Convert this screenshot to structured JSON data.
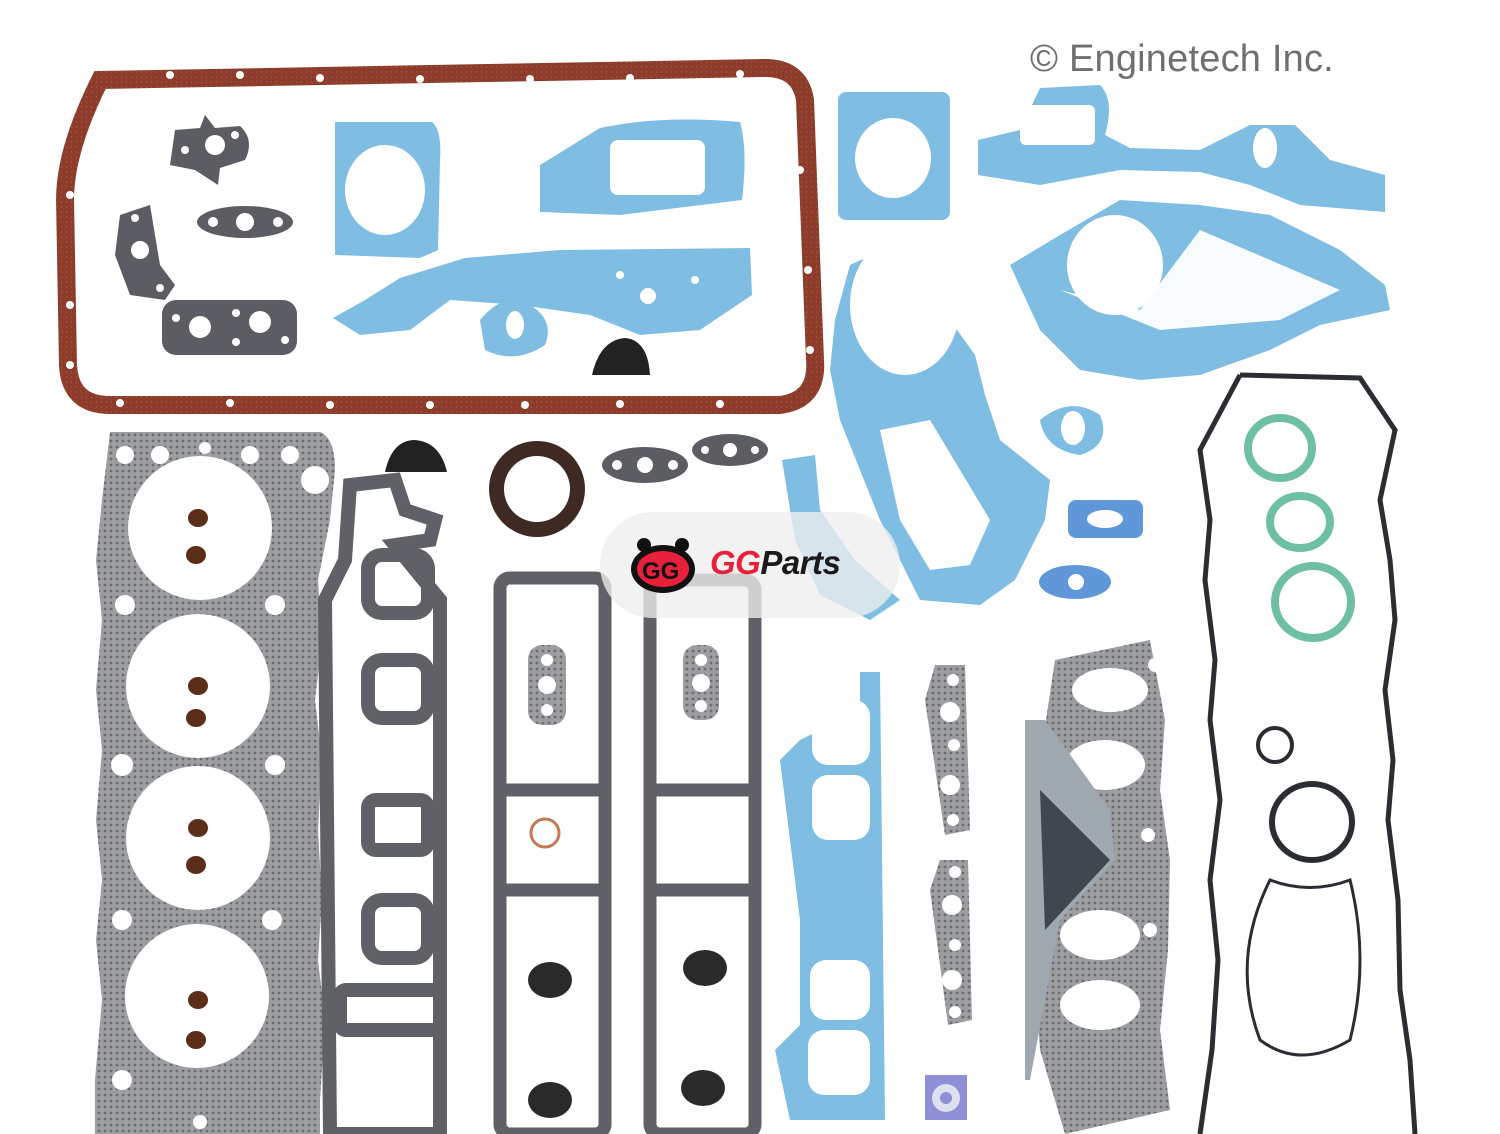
{
  "image": {
    "subject": "Engine full gasket set laid out on white background",
    "background_color": "#ffffff",
    "copyright": "© Enginetech Inc.",
    "watermark": {
      "brand_prefix": "GG",
      "brand_suffix": "Parts",
      "logo": "red-mascot-face-icon",
      "accent_color": "#e8203a"
    },
    "colors": {
      "cork_oil_pan": "#8b3a2a",
      "blue_paper": "#7fbde3",
      "graphite": "#5f6166",
      "mls_steel": "#7a7c80",
      "green_ring": "#6fbfa5",
      "rubber_black": "#2a2a2a"
    },
    "components": [
      "oil-pan-gasket",
      "cylinder-head-gasket",
      "intake-manifold-gasket",
      "valve-cover-gaskets",
      "timing-cover-gaskets",
      "water-pump-gasket",
      "exhaust-manifold-gasket",
      "front-crank-seal",
      "half-moon-seals",
      "valve-stem-seals",
      "o-rings",
      "exhaust-rings"
    ]
  }
}
